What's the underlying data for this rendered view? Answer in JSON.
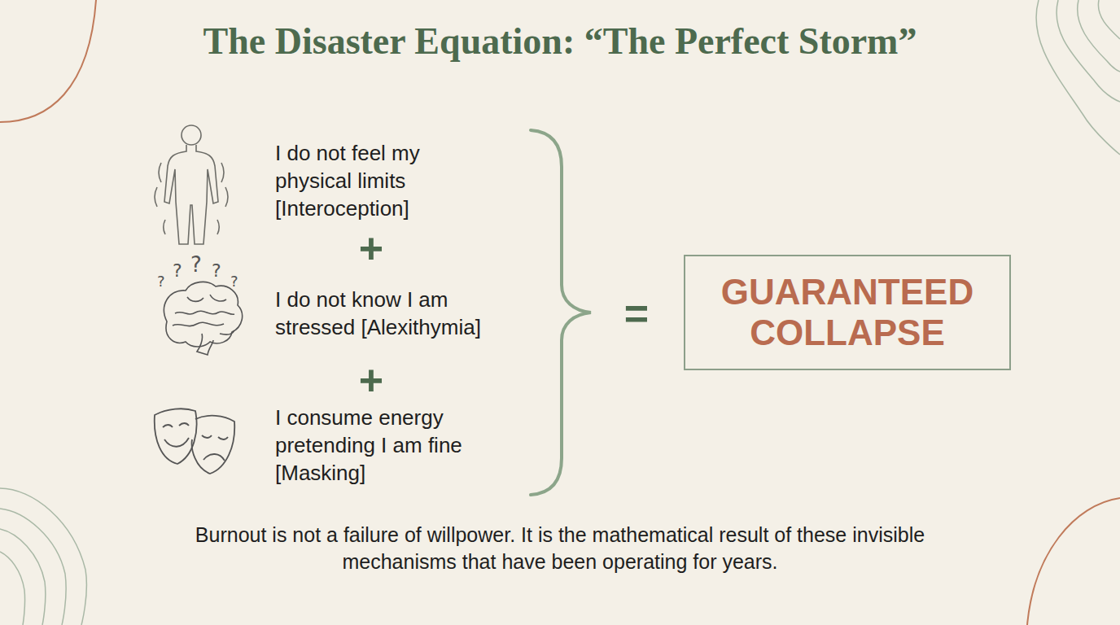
{
  "diagram": {
    "title": "The Disaster Equation: “The Perfect Storm”",
    "caption": "Burnout is not a failure of willpower. It is the mathematical result of these invisible mechanisms that have been operating for years.",
    "nodes": [
      {
        "text": [
          "GUARANTEED COLLAPSE"
        ]
      }
    ],
    "labels": [
      "I do not feel my physical limits [Interoception]",
      "+",
      "I do not know I am stressed [Alexithymia]",
      "+",
      "I consume energy pretending I am fine [Masking]",
      "="
    ]
  }
}
